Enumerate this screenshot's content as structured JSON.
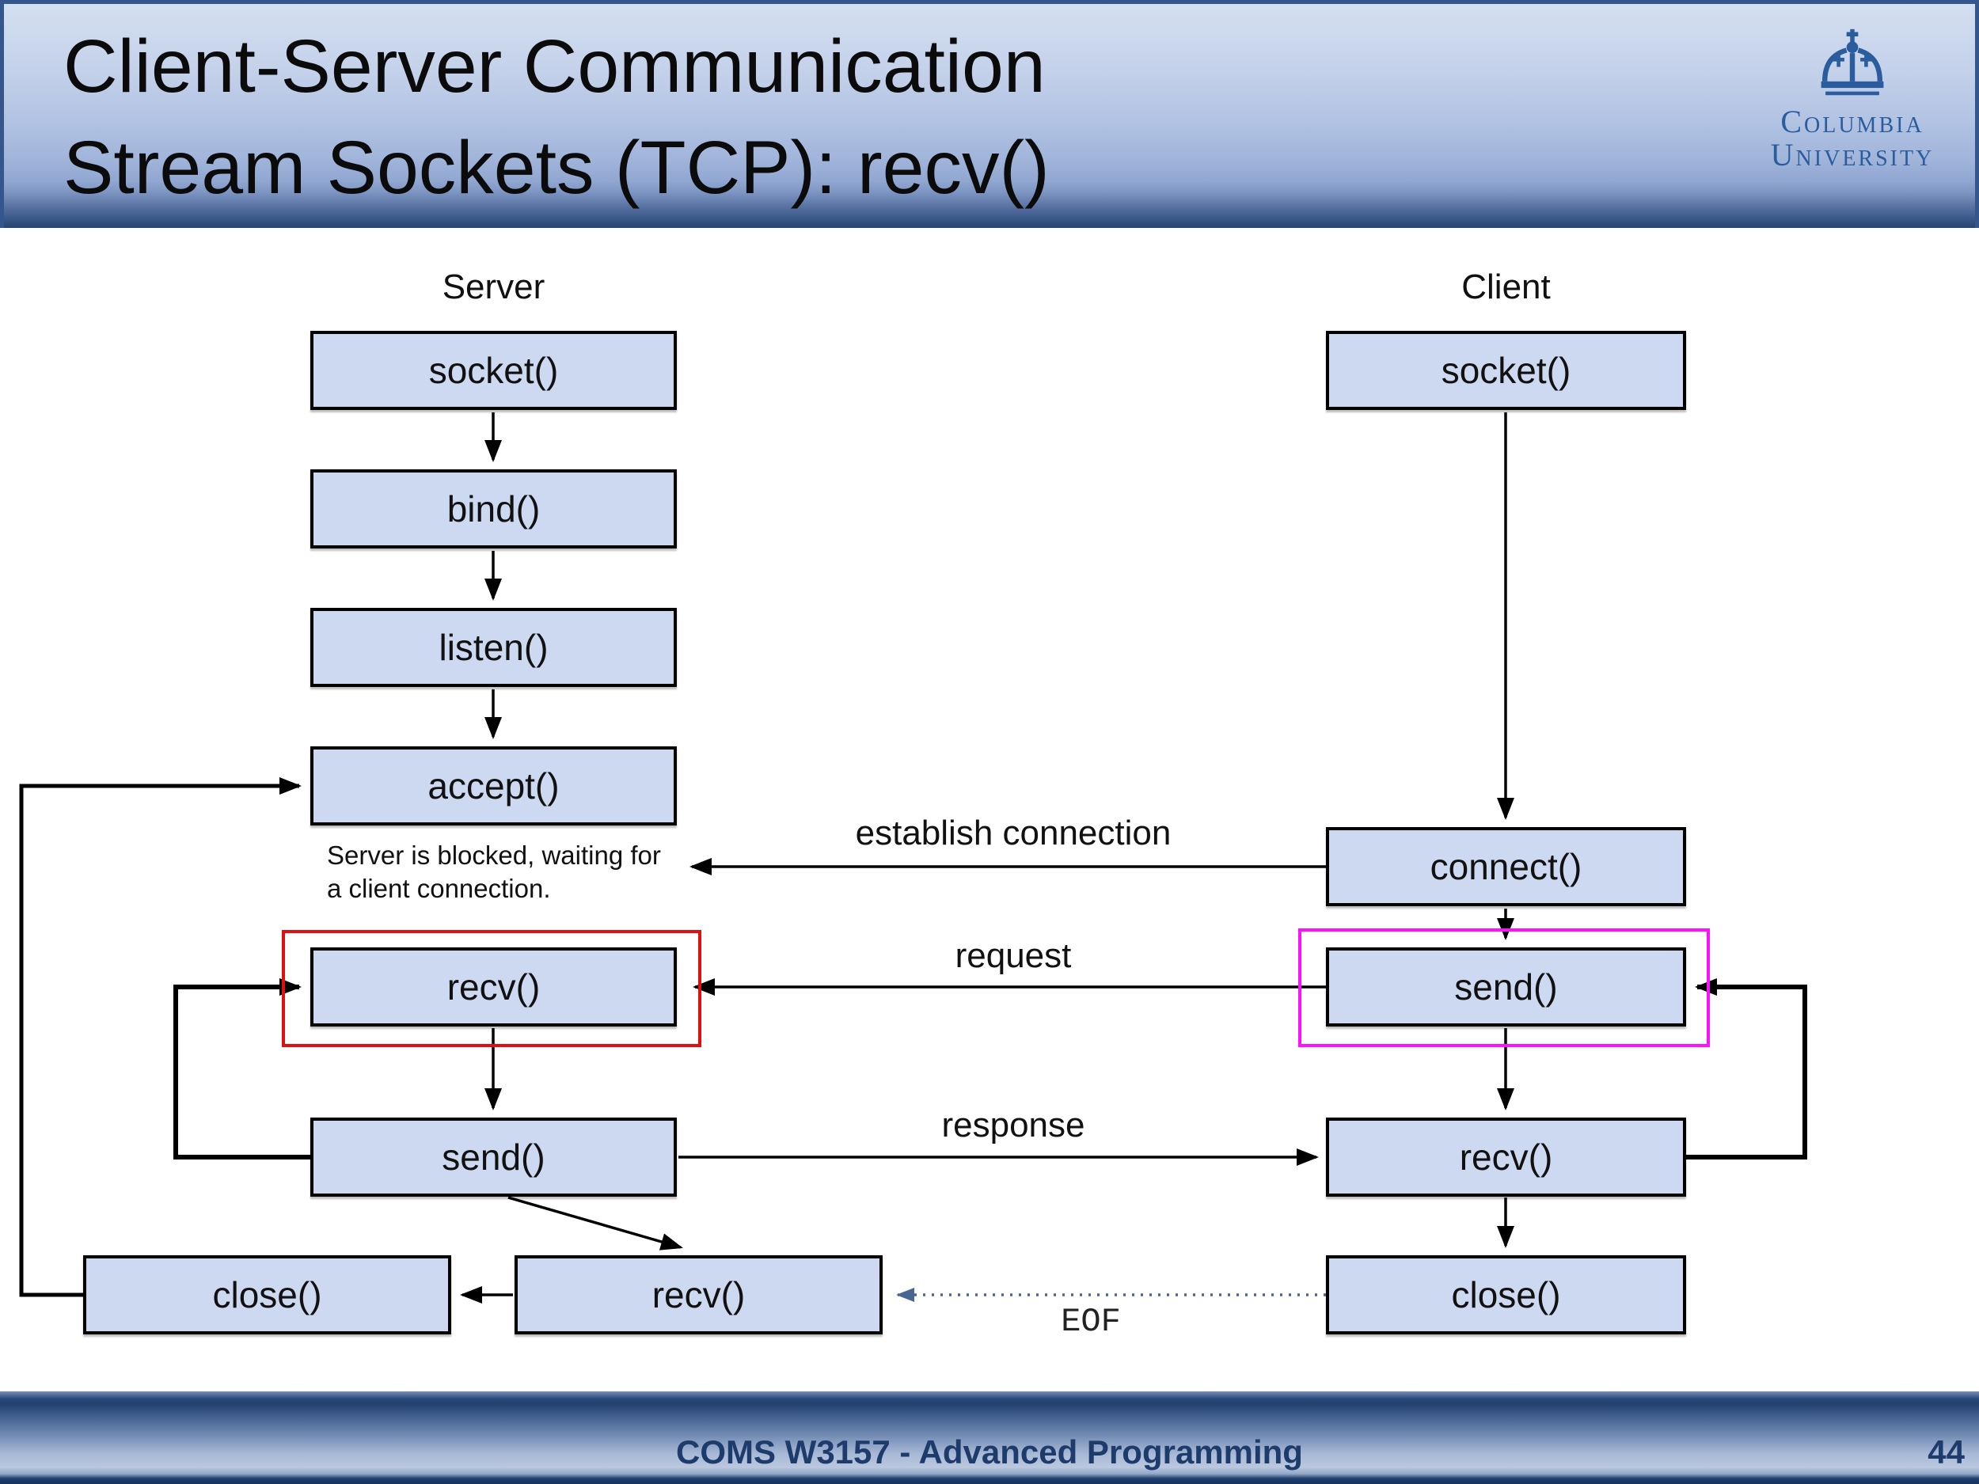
{
  "header": {
    "title_line1": "Client-Server Communication",
    "title_line2": "Stream Sockets (TCP): recv()",
    "logo": {
      "icon": "columbia-crown-icon",
      "line1": "Columbia",
      "line2": "University"
    }
  },
  "diagram": {
    "server": {
      "label": "Server",
      "socket": "socket()",
      "bind": "bind()",
      "listen": "listen()",
      "accept": "accept()",
      "recv": "recv()",
      "send": "send()",
      "close": "close()",
      "recv2": "recv()"
    },
    "client": {
      "label": "Client",
      "socket": "socket()",
      "connect": "connect()",
      "send": "send()",
      "recv": "recv()",
      "close": "close()"
    },
    "note_line1": "Server is blocked, waiting for",
    "note_line2": "a client connection.",
    "edge_labels": {
      "establish": "establish connection",
      "request": "request",
      "response": "response",
      "eof": "EOF"
    },
    "colors": {
      "box_fill": "#ccd9f1",
      "box_border": "#000000",
      "server_highlight": "#e01010",
      "client_highlight": "#ff10ff",
      "eof_line": "#4a6590"
    }
  },
  "footer": {
    "course": "COMS W3157 - Advanced Programming",
    "page_number": "44"
  }
}
